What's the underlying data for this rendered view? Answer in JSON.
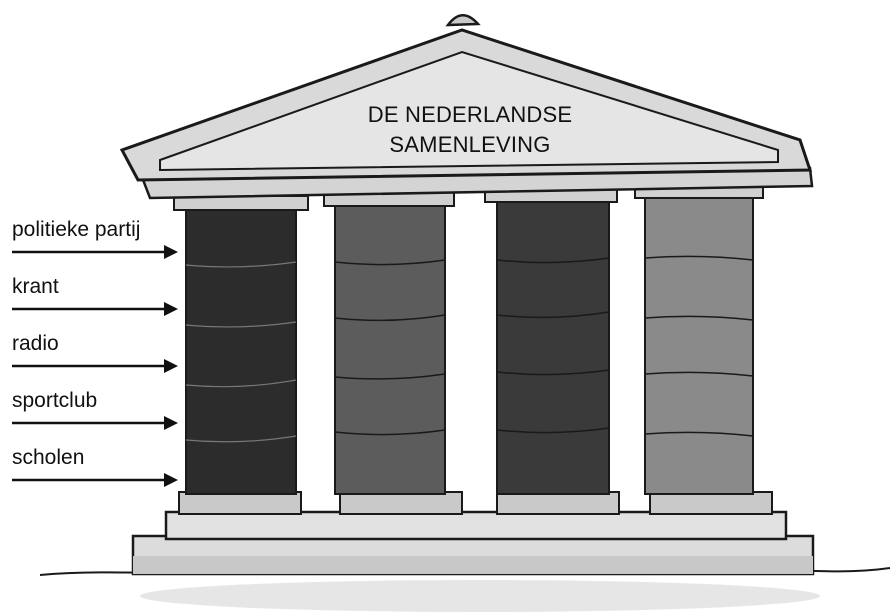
{
  "title": {
    "line1": "DE NEDERLANDSE",
    "line2": "SAMENLEVING"
  },
  "labels": [
    "politieke partij",
    "krant",
    "radio",
    "sportclub",
    "scholen"
  ],
  "colors": {
    "outline": "#1a1a1a",
    "stone": "#d9d9d9",
    "stone_dark": "#b5b5b5",
    "pillar_1": "#2c2c2c",
    "pillar_2": "#5c5c5c",
    "pillar_3": "#3a3a3a",
    "pillar_4": "#8a8a8a"
  }
}
